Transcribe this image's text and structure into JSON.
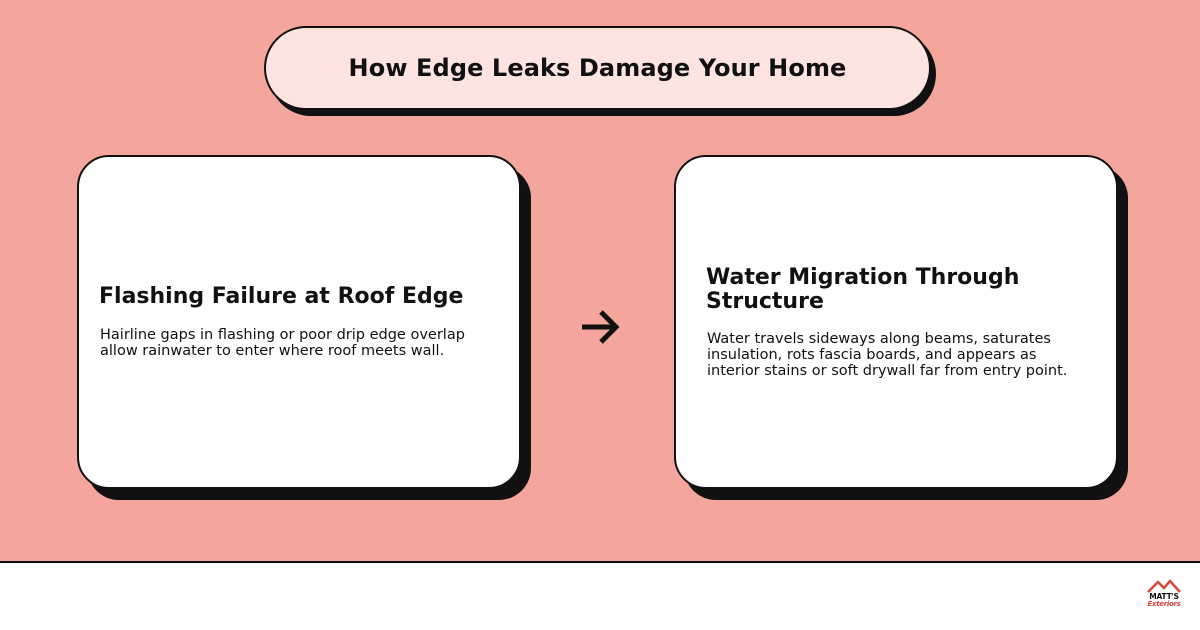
{
  "colors": {
    "panel_background": "#f4a59c",
    "title_pill_background": "#fde4e1",
    "card_background": "#ffffff",
    "outline": "#111111",
    "logo_accent": "#d9463b"
  },
  "header": {
    "title": "How Edge Leaks Damage Your Home"
  },
  "steps": [
    {
      "title": "Flashing Failure at Roof Edge",
      "description": "Hairline gaps in flashing or poor drip edge overlap allow rainwater to enter where roof meets wall."
    },
    {
      "title": "Water Migration Through Structure",
      "description": "Water travels sideways along beams, saturates insulation, rots fascia boards, and appears as interior stains or soft drywall far from entry point."
    }
  ],
  "connector": {
    "icon": "arrow-right-icon"
  },
  "logo": {
    "line1": "MATT'S",
    "line2": "Exteriors",
    "icon": "house-roof-icon"
  }
}
